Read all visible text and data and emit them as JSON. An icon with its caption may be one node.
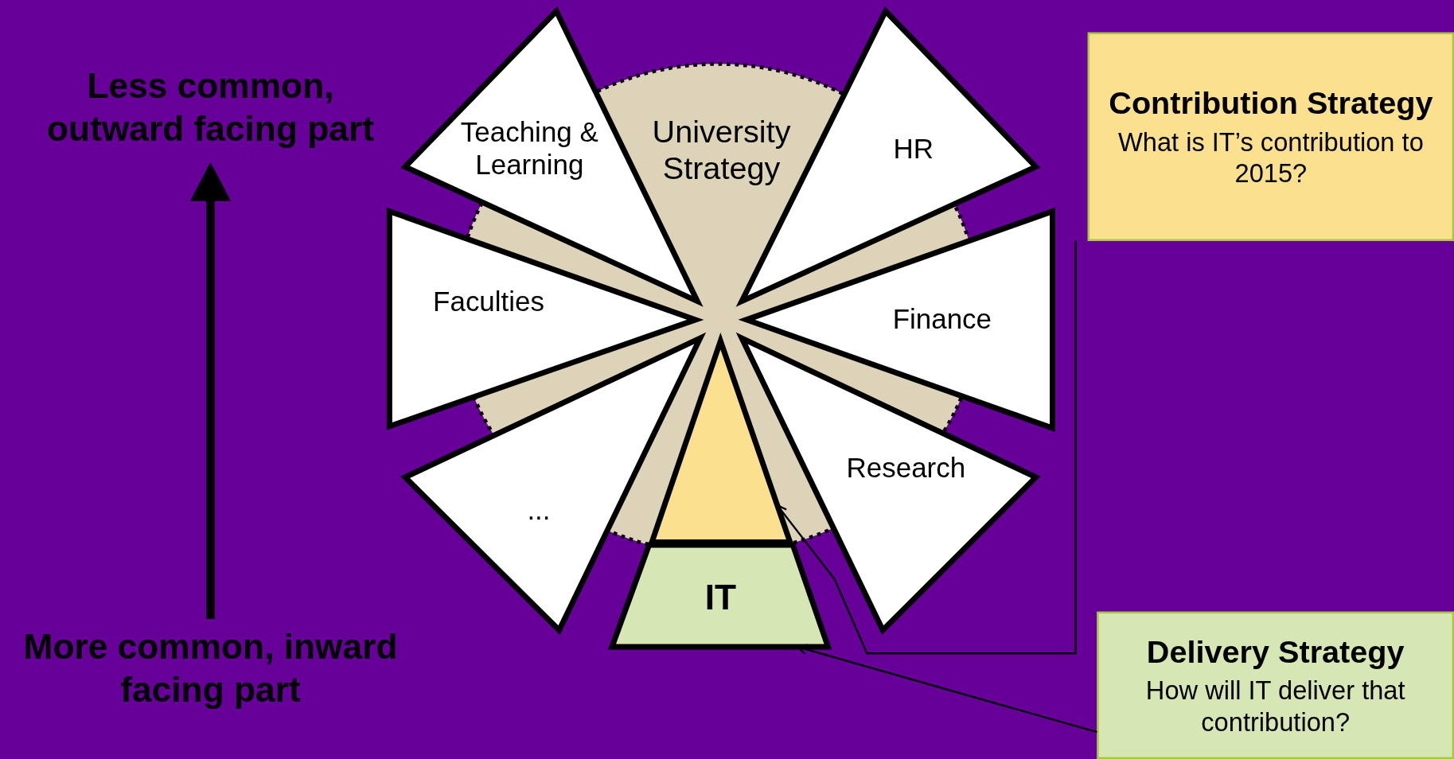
{
  "diagram": {
    "nodes": [
      {
        "text": [
          "University Strategy"
        ]
      },
      {
        "text": [
          "Teaching & Learning"
        ]
      },
      {
        "text": [
          "HR"
        ]
      },
      {
        "text": [
          "Faculties"
        ]
      },
      {
        "text": [
          "Finance"
        ]
      },
      {
        "text": [
          "..."
        ]
      },
      {
        "text": [
          "Research"
        ]
      },
      {
        "text": [],
        "shape": "triangle",
        "in": 0
      },
      {
        "text": [
          "IT"
        ]
      },
      {
        "text": [
          "Contribution Strategy",
          "What is IT’s contribution to 2015?"
        ]
      },
      {
        "text": [
          "Delivery Strategy",
          "How will IT deliver that contribution?"
        ]
      }
    ],
    "edges": [
      {
        "from": 9,
        "to": 7,
        "arrow": "to"
      },
      {
        "from": 10,
        "to": 8,
        "arrow": "to"
      }
    ],
    "labels": [
      "Less common, outward facing part",
      "More common, inward facing part"
    ]
  }
}
